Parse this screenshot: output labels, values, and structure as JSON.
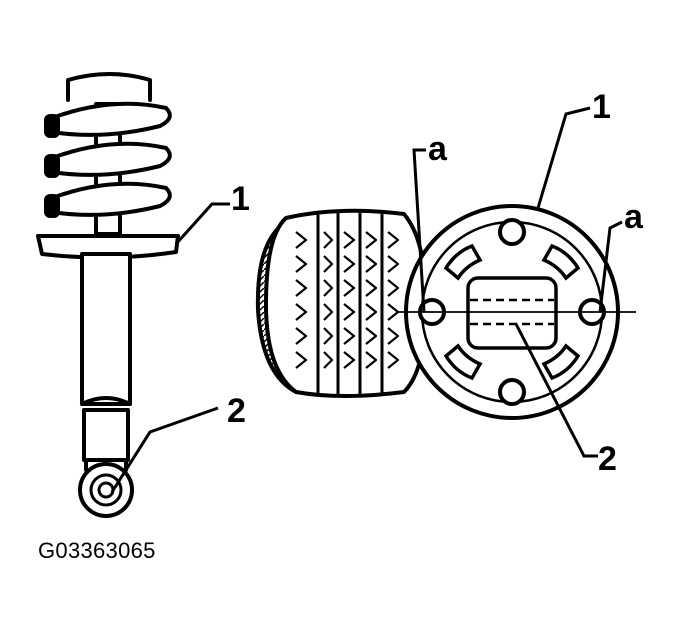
{
  "figure": {
    "id_code": "G03363065"
  },
  "callouts": {
    "strut_1": "1",
    "strut_2": "2",
    "wheel_1": "1",
    "wheel_2": "2",
    "mark_a_left": "a",
    "mark_a_right": "a"
  },
  "colors": {
    "ink": "#000000",
    "paper": "#ffffff"
  }
}
